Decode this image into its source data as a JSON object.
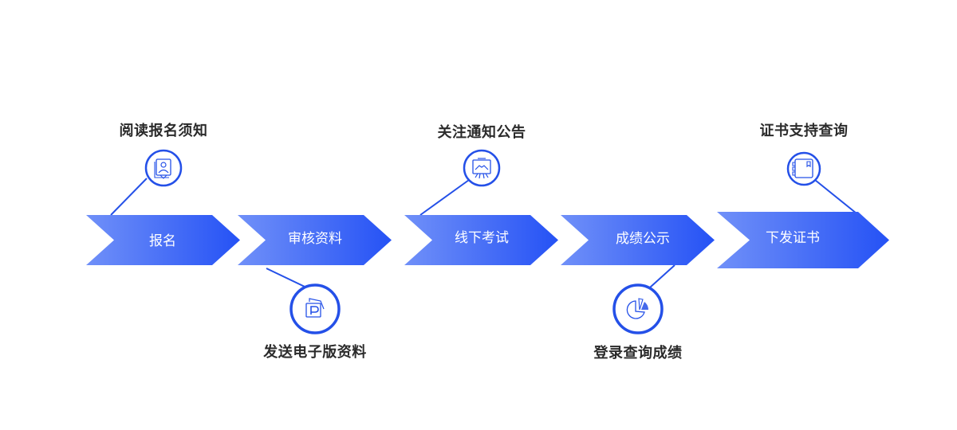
{
  "colors": {
    "gradient_start": "#7090F8",
    "gradient_end": "#2552F5",
    "accent": "#2450E8",
    "note_text": "#2b2b2b",
    "step_text": "#ffffff"
  },
  "steps": [
    {
      "label": "报名"
    },
    {
      "label": "审核资料"
    },
    {
      "label": "线下考试"
    },
    {
      "label": "成绩公示"
    },
    {
      "label": "下发证书"
    }
  ],
  "notes": [
    {
      "label": "阅读报名须知",
      "icon": "profile-card-icon",
      "position": "above",
      "step": 0
    },
    {
      "label": "发送电子版资料",
      "icon": "document-folder-icon",
      "position": "below",
      "step": 1
    },
    {
      "label": "关注通知公告",
      "icon": "presentation-board-icon",
      "position": "above",
      "step": 2
    },
    {
      "label": "登录查询成绩",
      "icon": "pie-chart-icon",
      "position": "below",
      "step": 3
    },
    {
      "label": "证书支持查询",
      "icon": "notebook-icon",
      "position": "above",
      "step": 4
    }
  ]
}
